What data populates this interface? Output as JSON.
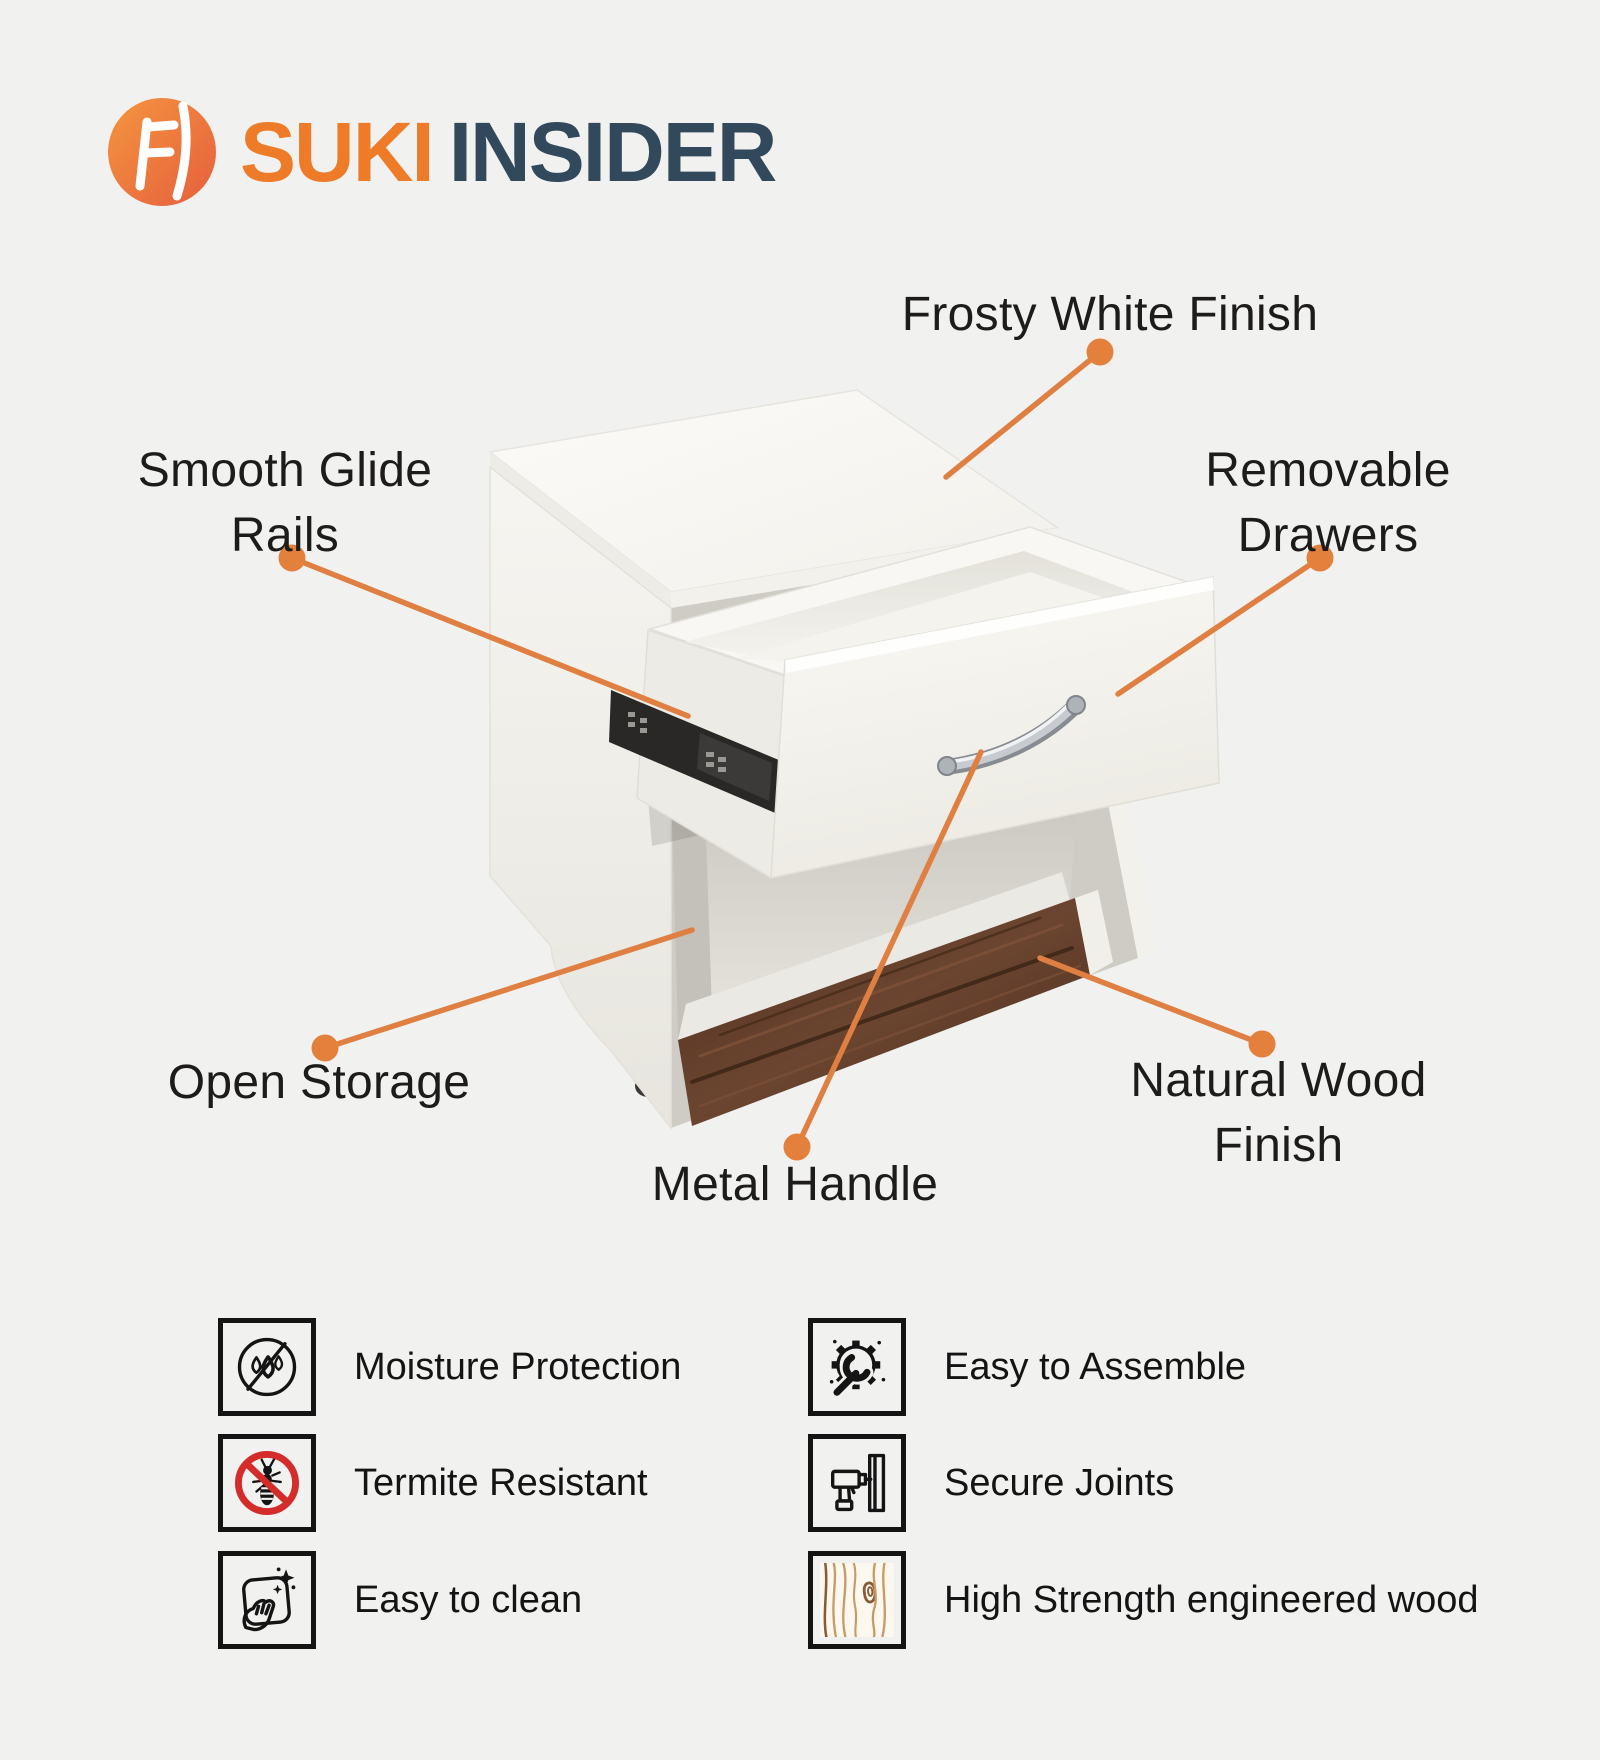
{
  "header": {
    "brand_primary": "SUKI",
    "brand_secondary": "INSIDER",
    "logo_icon": "chair-icon"
  },
  "callouts": {
    "frosty": {
      "label": "Frosty White Finish"
    },
    "glide": {
      "label": "Smooth Glide Rails"
    },
    "removable": {
      "label": "Removable Drawers"
    },
    "open_storage": {
      "label": "Open Storage"
    },
    "metal_handle": {
      "label": "Metal Handle"
    },
    "natural_wood": {
      "label": "Natural Wood Finish"
    }
  },
  "features": {
    "left": [
      {
        "icon": "moisture-icon",
        "label": "Moisture Protection"
      },
      {
        "icon": "termite-icon",
        "label": "Termite Resistant"
      },
      {
        "icon": "clean-icon",
        "label": "Easy to clean"
      }
    ],
    "right": [
      {
        "icon": "assemble-icon",
        "label": "Easy to Assemble"
      },
      {
        "icon": "joints-icon",
        "label": "Secure Joints"
      },
      {
        "icon": "wood-icon",
        "label": "High Strength engineered wood"
      }
    ]
  },
  "colors": {
    "accent_orange": "#DF7F41",
    "brand_orange": "#EE7B28",
    "brand_navy": "#32495C",
    "background": "#F1F1F0",
    "walnut_brown": "#5C3A26",
    "prohibition_red": "#D42B2B"
  }
}
